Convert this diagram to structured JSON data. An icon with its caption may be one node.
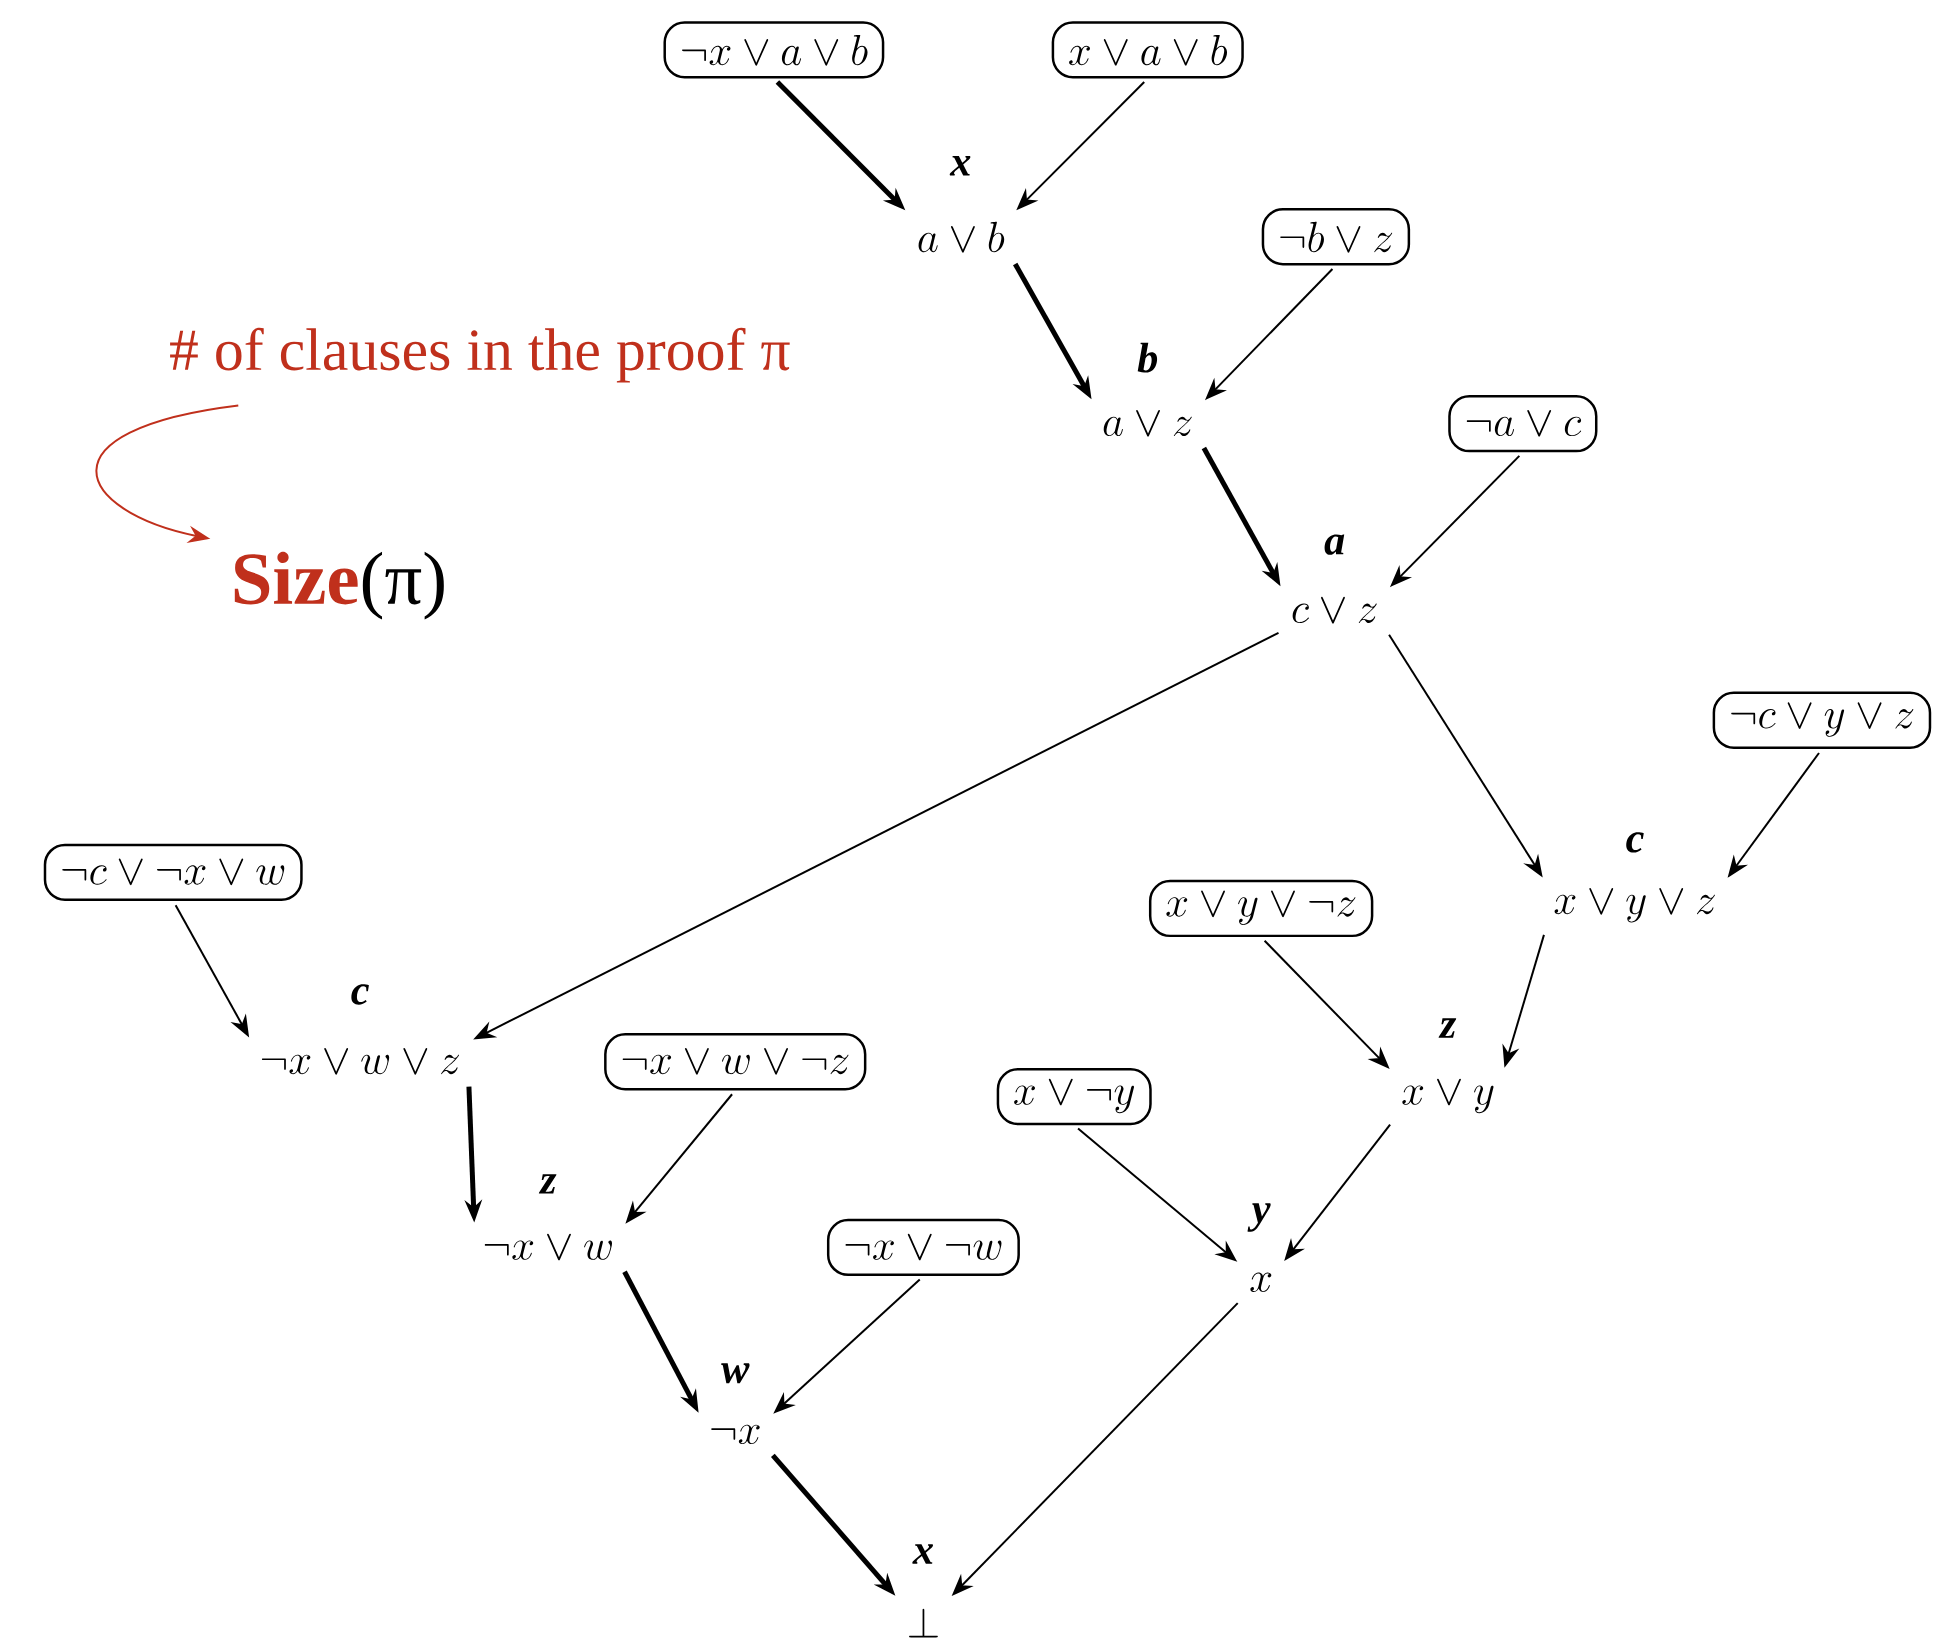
{
  "diagram": {
    "nodes": [
      {
        "text": [
          "\\neg x \\lor a \\lor b"
        ]
      },
      {
        "text": [
          "x \\lor a \\lor b"
        ]
      },
      {
        "text": [
          "a \\lor b"
        ]
      },
      {
        "text": [
          "\\neg b \\lor z"
        ]
      },
      {
        "text": [
          "a \\lor z"
        ]
      },
      {
        "text": [
          "\\neg a \\lor c"
        ]
      },
      {
        "text": [
          "c \\lor z"
        ]
      },
      {
        "text": [
          "\\neg c \\lor y \\lor z"
        ]
      },
      {
        "text": [
          "\\neg c \\lor \\neg x \\lor w"
        ]
      },
      {
        "text": [
          "x \\lor y \\lor z"
        ]
      },
      {
        "text": [
          "x \\lor y \\lor \\neg z"
        ]
      },
      {
        "text": [
          "\\neg x \\lor w \\lor z"
        ]
      },
      {
        "text": [
          "\\neg x \\lor w \\lor \\neg z"
        ]
      },
      {
        "text": [
          "x \\lor \\neg y"
        ]
      },
      {
        "text": [
          "x \\lor y"
        ]
      },
      {
        "text": [
          "\\neg x \\lor w"
        ]
      },
      {
        "text": [
          "\\neg x \\lor \\neg w"
        ]
      },
      {
        "text": [
          "x"
        ]
      },
      {
        "text": [
          "\\neg x"
        ]
      },
      {
        "text": [
          "\\bot"
        ]
      },
      {
        "text": [
          "# of clauses in the proof π"
        ]
      },
      {
        "text": [
          "Size",
          "(π)"
        ]
      }
    ],
    "edges": [
      {
        "from": 0,
        "to": 2,
        "arrow": "to",
        "style": "thick"
      },
      {
        "from": 1,
        "to": 2,
        "arrow": "to"
      },
      {
        "from": 2,
        "to": 4,
        "arrow": "to",
        "style": "thick"
      },
      {
        "from": 3,
        "to": 4,
        "arrow": "to"
      },
      {
        "from": 4,
        "to": 6,
        "arrow": "to",
        "style": "thick"
      },
      {
        "from": 5,
        "to": 6,
        "arrow": "to"
      },
      {
        "from": 6,
        "to": 11,
        "arrow": "to"
      },
      {
        "from": 6,
        "to": 9,
        "arrow": "to"
      },
      {
        "from": 7,
        "to": 9,
        "arrow": "to"
      },
      {
        "from": 8,
        "to": 11,
        "arrow": "to"
      },
      {
        "from": 9,
        "to": 14,
        "arrow": "to"
      },
      {
        "from": 10,
        "to": 14,
        "arrow": "to"
      },
      {
        "from": 11,
        "to": 15,
        "arrow": "to",
        "style": "thick"
      },
      {
        "from": 12,
        "to": 15,
        "arrow": "to"
      },
      {
        "from": 13,
        "to": 17,
        "arrow": "to"
      },
      {
        "from": 14,
        "to": 17,
        "arrow": "to"
      },
      {
        "from": 15,
        "to": 18,
        "arrow": "to",
        "style": "thick"
      },
      {
        "from": 16,
        "to": 18,
        "arrow": "to"
      },
      {
        "from": 18,
        "to": 19,
        "arrow": "to",
        "style": "thick"
      },
      {
        "from": 17,
        "to": 19,
        "arrow": "to"
      },
      {
        "from": 20,
        "to": 21,
        "arrow": "to",
        "color": "#c0301c"
      }
    ],
    "labels": [
      "x",
      "b",
      "a",
      "c",
      "c",
      "z",
      "z",
      "y",
      "w",
      "x"
    ]
  }
}
